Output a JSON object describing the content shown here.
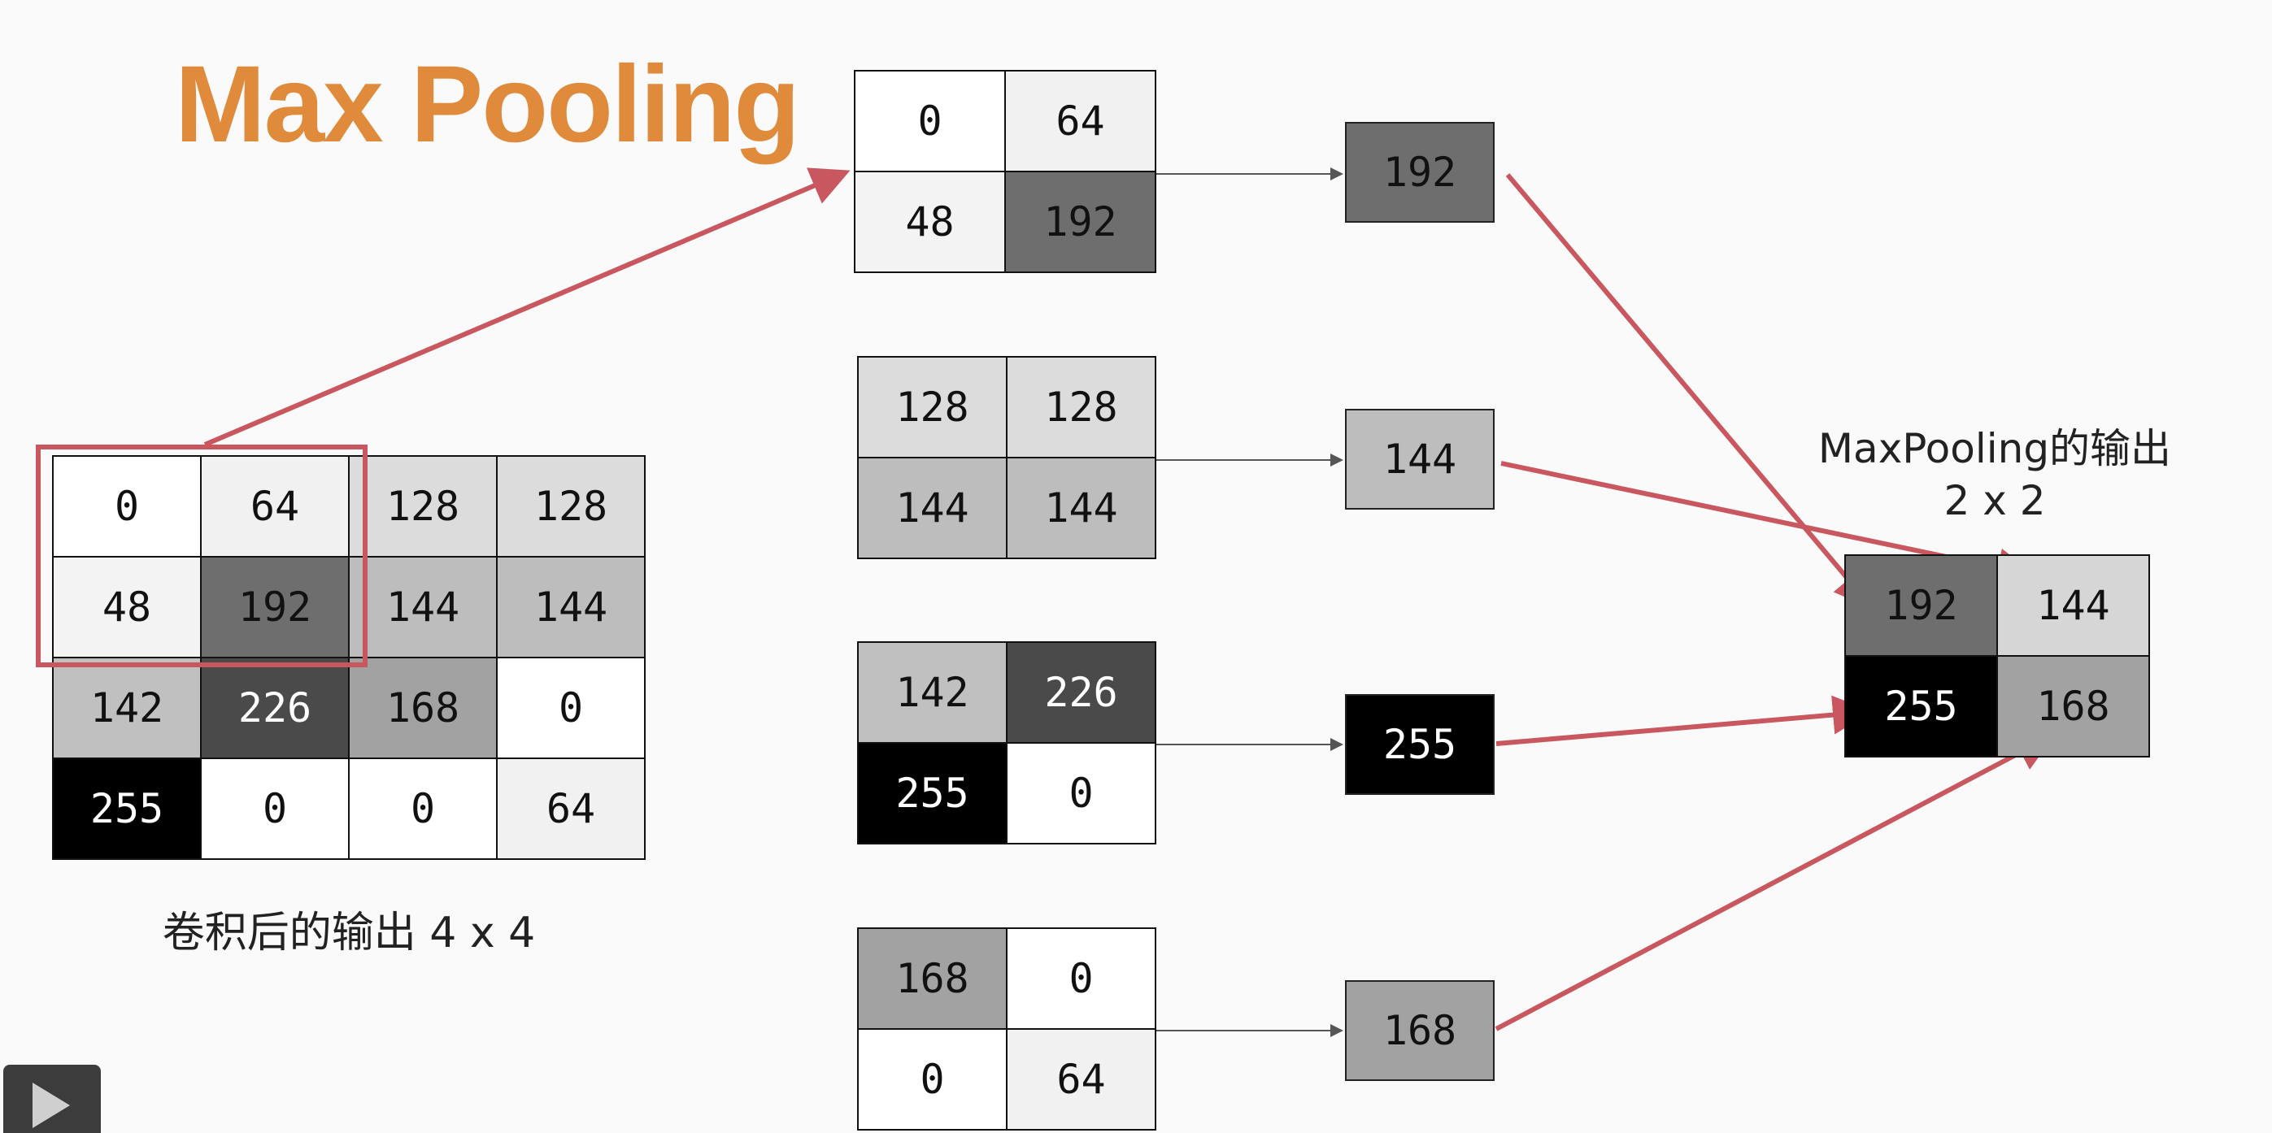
{
  "title": "Max Pooling",
  "conv_output": {
    "label": "卷积后的输出 4 x 4",
    "rows": [
      [
        "0",
        "64",
        "128",
        "128"
      ],
      [
        "48",
        "192",
        "144",
        "144"
      ],
      [
        "142",
        "226",
        "168",
        "0"
      ],
      [
        "255",
        "0",
        "0",
        "64"
      ]
    ],
    "shades": [
      [
        "#ffffff",
        "#f1f1f1",
        "#dcdcdc",
        "#dcdcdc"
      ],
      [
        "#f3f3f3",
        "#6e6e6e",
        "#bdbdbd",
        "#bdbdbd"
      ],
      [
        "#c0c0c0",
        "#4a4a4a",
        "#a2a2a2",
        "#ffffff"
      ],
      [
        "#000000",
        "#ffffff",
        "#ffffff",
        "#f1f1f1"
      ]
    ]
  },
  "pool_blocks": [
    {
      "values": [
        "0",
        "64",
        "48",
        "192"
      ],
      "shades": [
        "#ffffff",
        "#f1f1f1",
        "#f3f3f3",
        "#6e6e6e"
      ],
      "max": "192",
      "max_shade": "#6e6e6e"
    },
    {
      "values": [
        "128",
        "128",
        "144",
        "144"
      ],
      "shades": [
        "#dcdcdc",
        "#dcdcdc",
        "#bdbdbd",
        "#bdbdbd"
      ],
      "max": "144",
      "max_shade": "#bdbdbd"
    },
    {
      "values": [
        "142",
        "226",
        "255",
        "0"
      ],
      "shades": [
        "#c0c0c0",
        "#4a4a4a",
        "#000000",
        "#ffffff"
      ],
      "max": "255",
      "max_shade": "#000000"
    },
    {
      "values": [
        "168",
        "0",
        "0",
        "64"
      ],
      "shades": [
        "#a2a2a2",
        "#ffffff",
        "#ffffff",
        "#f1f1f1"
      ],
      "max": "168",
      "max_shade": "#a2a2a2"
    }
  ],
  "output": {
    "label_line1": "MaxPooling的输出",
    "label_line2": "2 x 2",
    "values": [
      "192",
      "144",
      "255",
      "168"
    ],
    "shades": [
      "#6e6e6e",
      "#d6d6d6",
      "#000000",
      "#a2a2a2"
    ]
  },
  "colors": {
    "title": "#e08a3c",
    "arrow": "#c9575f",
    "connector": "#555555"
  },
  "icons": {
    "play": "play-icon"
  }
}
